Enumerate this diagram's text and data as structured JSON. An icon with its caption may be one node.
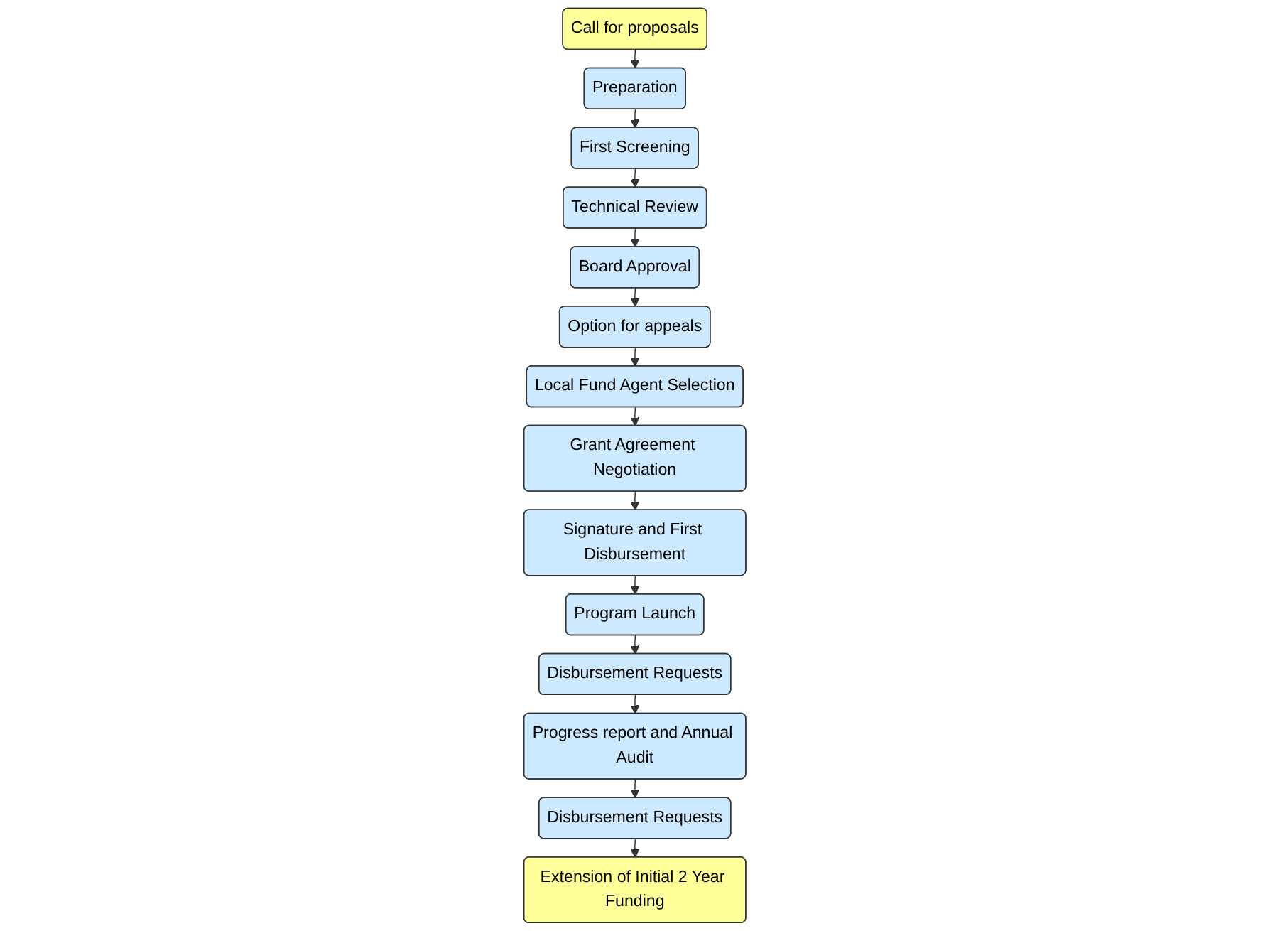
{
  "diagram": {
    "nodes": [
      {
        "text": [
          "Call for proposals"
        ]
      },
      {
        "text": [
          "Preparation"
        ]
      },
      {
        "text": [
          "First Screening"
        ]
      },
      {
        "text": [
          "Technical Review"
        ]
      },
      {
        "text": [
          "Board Approval"
        ]
      },
      {
        "text": [
          "Option for appeals"
        ]
      },
      {
        "text": [
          "Local Fund Agent Selection"
        ]
      },
      {
        "text": [
          "Grant Agreement Negotiation"
        ]
      },
      {
        "text": [
          "Signature and First Disbursement"
        ]
      },
      {
        "text": [
          "Program Launch"
        ]
      },
      {
        "text": [
          "Disbursement Requests"
        ]
      },
      {
        "text": [
          "Progress report and Annual Audit"
        ]
      },
      {
        "text": [
          "Disbursement Requests"
        ]
      },
      {
        "text": [
          "Extension of Initial 2 Year Funding"
        ]
      }
    ],
    "edges": [
      {
        "from": 0,
        "to": 1,
        "arrow": "to"
      },
      {
        "from": 1,
        "to": 2,
        "arrow": "to"
      },
      {
        "from": 2,
        "to": 3,
        "arrow": "to"
      },
      {
        "from": 3,
        "to": 4,
        "arrow": "to"
      },
      {
        "from": 4,
        "to": 5,
        "arrow": "to"
      },
      {
        "from": 5,
        "to": 6,
        "arrow": "to"
      },
      {
        "from": 6,
        "to": 7,
        "arrow": "to"
      },
      {
        "from": 7,
        "to": 8,
        "arrow": "to"
      },
      {
        "from": 8,
        "to": 9,
        "arrow": "to"
      },
      {
        "from": 9,
        "to": 10,
        "arrow": "to"
      },
      {
        "from": 10,
        "to": 11,
        "arrow": "to"
      },
      {
        "from": 11,
        "to": 12,
        "arrow": "to"
      },
      {
        "from": 12,
        "to": 13,
        "arrow": "to"
      }
    ]
  }
}
